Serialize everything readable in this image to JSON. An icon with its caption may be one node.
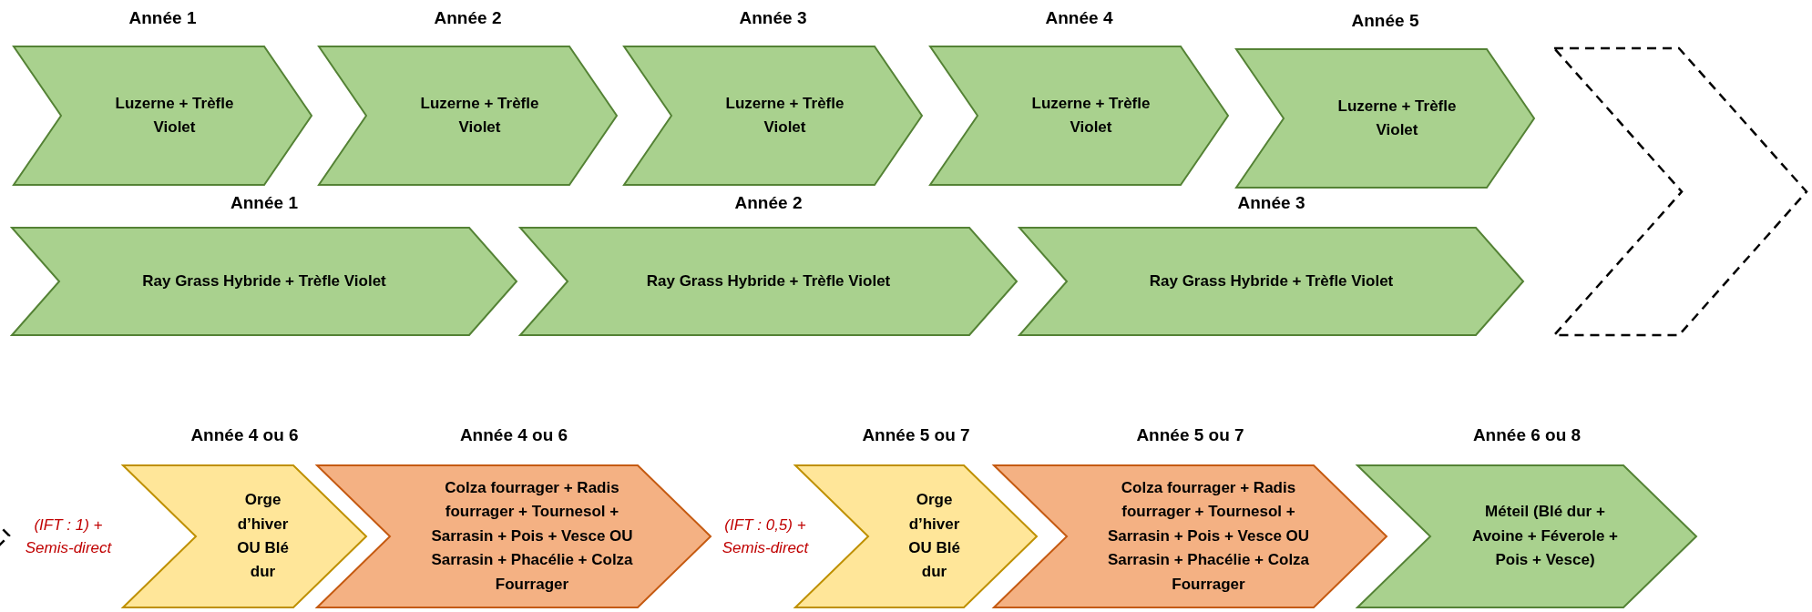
{
  "diagram": {
    "nodes": [
      {
        "text": [
          "Année 1",
          "Luzerne + Trèfle Violet"
        ]
      },
      {
        "text": [
          "Année 2",
          "Luzerne + Trèfle Violet"
        ]
      },
      {
        "text": [
          "Année 3",
          "Luzerne + Trèfle Violet"
        ]
      },
      {
        "text": [
          "Année 4",
          "Luzerne + Trèfle Violet"
        ]
      },
      {
        "text": [
          "Année 5",
          "Luzerne + Trèfle Violet"
        ]
      },
      {
        "text": [],
        "shape": "chevron"
      },
      {
        "text": [
          "Année 1",
          "Ray Grass Hybride + Trèfle Violet"
        ]
      },
      {
        "text": [
          "Année 2",
          "Ray Grass Hybride + Trèfle Violet"
        ]
      },
      {
        "text": [
          "Année 3",
          "Ray Grass Hybride + Trèfle Violet"
        ]
      },
      {
        "text": [],
        "shape": "chevron"
      },
      {
        "text": [
          "Année 4 ou 6",
          "Orge d’hiver OU Blé dur"
        ]
      },
      {
        "text": [
          "Année 4 ou 6",
          "Colza fourrager + Radis fourrager + Tournesol + Sarrasin + Pois + Vesce OU Sarrasin + Phacélie + Colza Fourrager"
        ]
      },
      {
        "text": [
          "Année 5 ou 7",
          "Orge d’hiver OU Blé dur"
        ]
      },
      {
        "text": [
          "Année 5 ou 7",
          "Colza fourrager + Radis fourrager + Tournesol + Sarrasin + Pois + Vesce OU Sarrasin + Phacélie + Colza Fourrager"
        ]
      },
      {
        "text": [
          "Année 6 ou 8",
          "Méteil (Blé dur + Avoine + Féverole + Pois + Vesce)"
        ]
      }
    ],
    "labels": [
      "(IFT : 1) + Semis-direct",
      "(IFT : 0,5) + Semis-direct"
    ]
  }
}
